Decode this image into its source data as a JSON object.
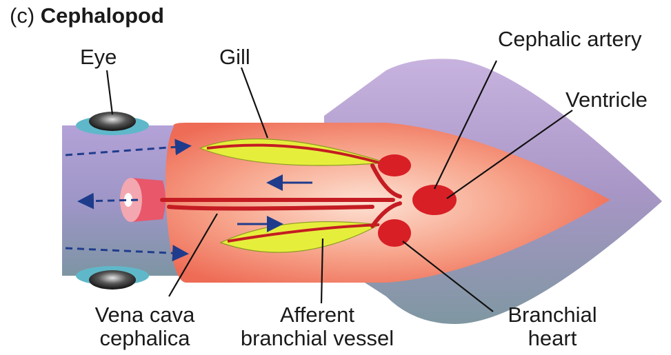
{
  "title": {
    "prefix": "(c)",
    "name": "Cephalopod"
  },
  "labels": {
    "eye": "Eye",
    "gill": "Gill",
    "cephalic_artery": "Cephalic artery",
    "ventricle": "Ventricle",
    "vena_cava_line1": "Vena cava",
    "vena_cava_line2": "cephalica",
    "afferent_line1": "Afferent",
    "afferent_line2": "branchial vessel",
    "branchial_line1": "Branchial",
    "branchial_line2": "heart"
  },
  "colors": {
    "mantle": "#f4876e",
    "mantle_light": "#fbd3c0",
    "head": "#a99ad0",
    "fin_top": "#b9a6d6",
    "fin_bottom": "#8fa3ad",
    "gill": "#e6ee3c",
    "vessel": "#c41c22",
    "siphon": "#e8576a",
    "arrow": "#1f3c8c"
  }
}
